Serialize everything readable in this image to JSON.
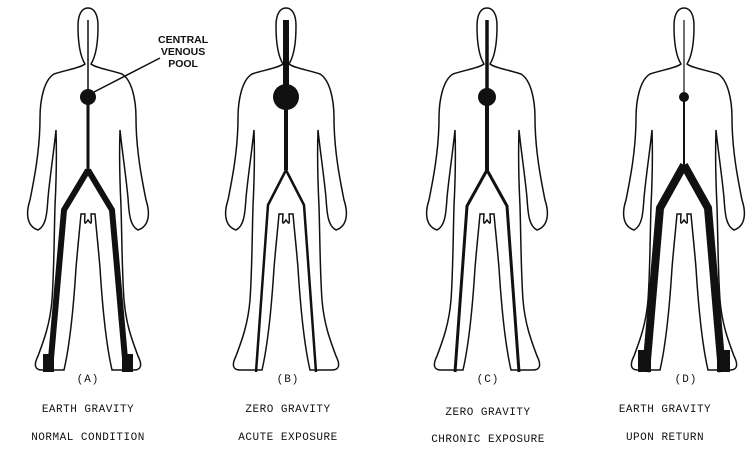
{
  "annotation": {
    "line1": "CENTRAL",
    "line2": "VENOUS",
    "line3": "POOL"
  },
  "panels": [
    {
      "letter": "(A)",
      "caption_line1": "EARTH GRAVITY",
      "caption_line2": "NORMAL CONDITION"
    },
    {
      "letter": "(B)",
      "caption_line1": "ZERO GRAVITY",
      "caption_line2": "ACUTE EXPOSURE"
    },
    {
      "letter": "(C)",
      "caption_line1": "ZERO GRAVITY",
      "caption_line2": "CHRONIC EXPOSURE"
    },
    {
      "letter": "(D)",
      "caption_line1": "EARTH GRAVITY",
      "caption_line2": "UPON RETURN"
    }
  ]
}
